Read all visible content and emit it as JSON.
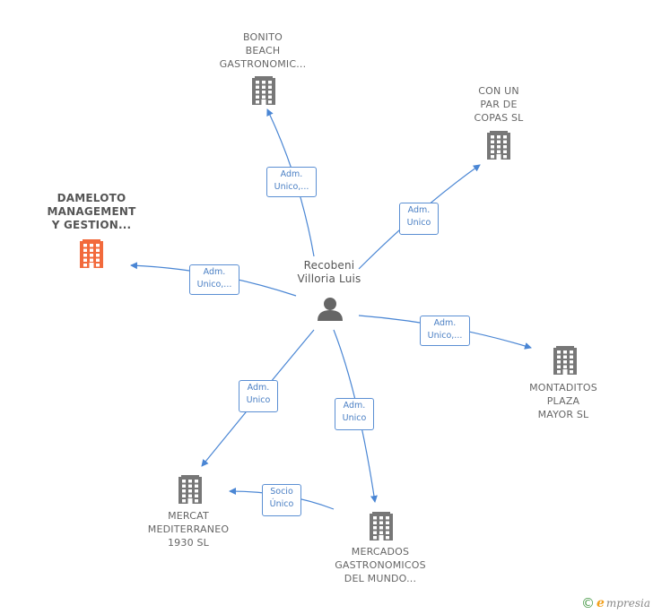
{
  "colors": {
    "edge": "#4a86d4",
    "node_gray": "#777777",
    "node_highlight": "#f26a3c",
    "person": "#666666"
  },
  "center": {
    "label": "Recobeni\nVilloria Luis",
    "icon": "person-icon"
  },
  "nodes": [
    {
      "id": "bonito",
      "label": "BONITO\nBEACH\nGASTRONOMIC...",
      "icon": "building-icon",
      "highlight": false
    },
    {
      "id": "conunpar",
      "label": "CON UN\nPAR DE\nCOPAS  SL",
      "icon": "building-icon",
      "highlight": false
    },
    {
      "id": "dameloto",
      "label": "DAMELOTO\nMANAGEMENT\nY GESTION...",
      "icon": "building-icon",
      "highlight": true
    },
    {
      "id": "montaditos",
      "label": "MONTADITOS\nPLAZA\nMAYOR  SL",
      "icon": "building-icon",
      "highlight": false
    },
    {
      "id": "mercat",
      "label": "MERCAT\nMEDITERRANEO\n1930  SL",
      "icon": "building-icon",
      "highlight": false
    },
    {
      "id": "mercados",
      "label": "MERCADOS\nGASTRONOMICOS\nDEL MUNDO...",
      "icon": "building-icon",
      "highlight": false
    }
  ],
  "edges": [
    {
      "from": "center",
      "to": "bonito",
      "label": "Adm.\nUnico,..."
    },
    {
      "from": "center",
      "to": "conunpar",
      "label": "Adm.\nUnico"
    },
    {
      "from": "center",
      "to": "dameloto",
      "label": "Adm.\nUnico,..."
    },
    {
      "from": "center",
      "to": "montaditos",
      "label": "Adm.\nUnico,..."
    },
    {
      "from": "center",
      "to": "mercat",
      "label": "Adm.\nUnico"
    },
    {
      "from": "center",
      "to": "mercados",
      "label": "Adm.\nUnico"
    },
    {
      "from": "mercados",
      "to": "mercat",
      "label": "Socio\nÚnico"
    }
  ],
  "footer": {
    "copyright": "©",
    "brand_initial": "e",
    "brand_rest": "mpresia"
  }
}
